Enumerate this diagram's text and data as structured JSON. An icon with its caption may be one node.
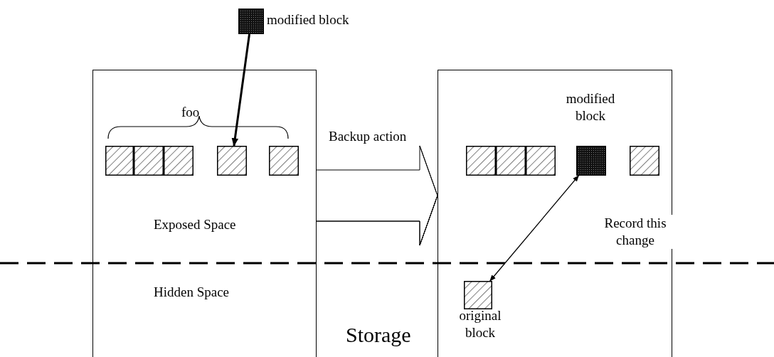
{
  "diagram": {
    "nodes": [
      {
        "text": [],
        "shape": "box",
        "beside": [
          "modified block"
        ]
      },
      {
        "text": [
          "Exposed Space",
          "Hidden Space"
        ]
      },
      {
        "text": [],
        "shape": "box",
        "in": 1
      },
      {
        "text": [],
        "shape": "box",
        "in": 1
      },
      {
        "text": [],
        "shape": "box",
        "in": 1
      },
      {
        "text": [],
        "shape": "box",
        "in": 1
      },
      {
        "text": [],
        "shape": "box",
        "in": 1
      },
      {
        "text": [],
        "shape": "box"
      },
      {
        "text": [],
        "shape": "box",
        "in": 7
      },
      {
        "text": [],
        "shape": "box",
        "in": 7
      },
      {
        "text": [],
        "shape": "box",
        "in": 7
      },
      {
        "text": [],
        "shape": "box",
        "in": 7,
        "beside": [
          "modified block"
        ]
      },
      {
        "text": [],
        "shape": "box",
        "in": 7
      },
      {
        "text": [],
        "shape": "box",
        "in": 7,
        "beside": [
          "original block"
        ]
      }
    ],
    "edges": [
      {
        "from": 0,
        "to": 5,
        "arrow": "to",
        "style": "thick"
      },
      {
        "from": 1,
        "to": 7,
        "arrow": "to",
        "label": "Backup action"
      },
      {
        "from": 11,
        "to": 13,
        "arrow": "both",
        "label": "Record this change"
      }
    ],
    "labels": [
      "foo",
      "Storage"
    ]
  }
}
